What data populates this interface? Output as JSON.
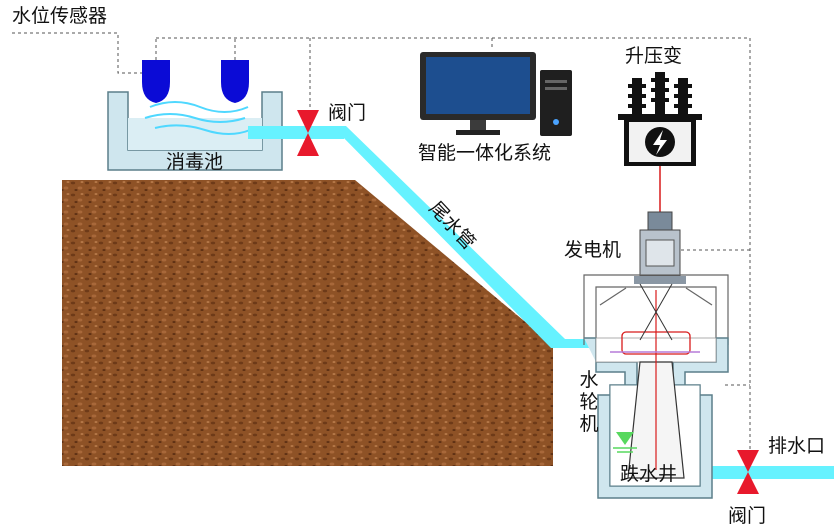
{
  "labels": {
    "sensor": "水位传感器",
    "disinfection_pool": "消毒池",
    "valve_top": "阀门",
    "tail_pipe": "尾水管",
    "control_system": "智能一体化系统",
    "transformer": "升压变",
    "generator": "发电机",
    "turbine": "水轮机",
    "drop_well": "跌水井",
    "outlet": "排水口",
    "valve_bottom": "阀门"
  },
  "colors": {
    "water": "#66f2ff",
    "valve": "#e8192c",
    "soil": "#8e5226",
    "pool_fill": "#cfe6ee",
    "pool_stroke": "#5b7f8a",
    "sensor": "#0b0bd6",
    "control_line": "#555555",
    "signal_line": "#d81b1b",
    "transformer": "#111111"
  },
  "icons": {
    "sensor": "water-level-sensor-icon",
    "valve": "valve-icon",
    "monitor": "monitor-icon",
    "tower": "computer-tower-icon",
    "transformer": "step-up-transformer-icon",
    "lightning": "lightning-bolt-icon"
  }
}
